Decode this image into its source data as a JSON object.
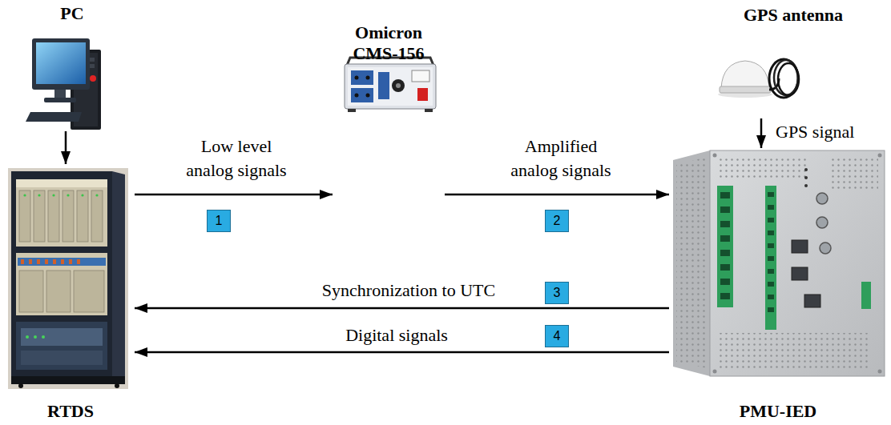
{
  "diagram": {
    "nodes": [
      {
        "text": [
          "PC"
        ]
      },
      {
        "text": [
          "RTDS"
        ]
      },
      {
        "text": [
          "Omicron CMS-156"
        ]
      },
      {
        "text": [
          "GPS antenna"
        ]
      },
      {
        "text": [
          "PMU-IED"
        ]
      }
    ],
    "edges": [
      {
        "from": 0,
        "to": 1,
        "arrow": "to"
      },
      {
        "from": 1,
        "to": 2,
        "label": "Low level analog signals",
        "arrow": "to"
      },
      {
        "from": 2,
        "to": 4,
        "label": "Amplified analog signals",
        "arrow": "to"
      },
      {
        "from": 4,
        "to": 1,
        "label": "Synchronization to UTC",
        "arrow": "to"
      },
      {
        "from": 4,
        "to": 1,
        "label": "Digital signals",
        "arrow": "to"
      },
      {
        "from": 3,
        "to": 4,
        "label": "GPS signal",
        "arrow": "to"
      }
    ],
    "labels": [
      "1",
      "2",
      "3",
      "4"
    ]
  }
}
